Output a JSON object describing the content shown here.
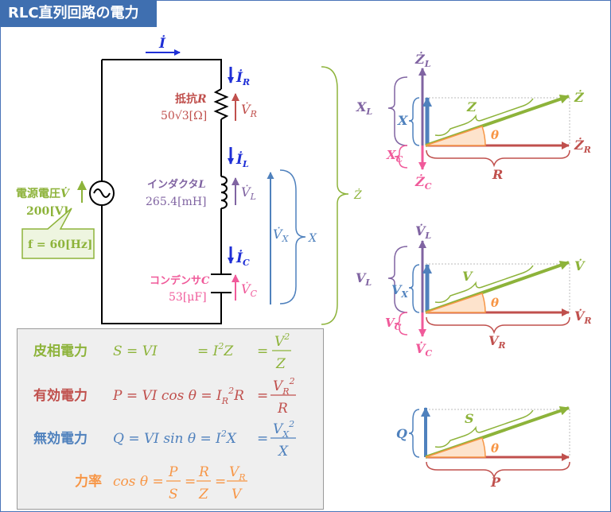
{
  "title": "RLC直列回路の電力",
  "colors": {
    "blue": "#1f2fd6",
    "red": "#c0504d",
    "purple": "#8064a2",
    "pink": "#f05a9a",
    "green": "#8db33a",
    "steel": "#4f81bd",
    "orange": "#f79646",
    "title_bg": "#3f6fb0"
  },
  "circuit": {
    "current": "İ",
    "source": {
      "name": "電源電圧",
      "symbol": "V̇",
      "value": "200[V]",
      "freq": "f = 60[Hz]"
    },
    "resistor": {
      "name": "抵抗",
      "symbol": "R",
      "value": "50√3[Ω]",
      "current": "İ",
      "current_sub": "R",
      "voltage": "V̇",
      "voltage_sub": "R"
    },
    "inductor": {
      "name": "インダクタ",
      "symbol": "L",
      "value": "265.4[mH]",
      "current": "İ",
      "current_sub": "L",
      "voltage": "V̇",
      "voltage_sub": "L"
    },
    "capacitor": {
      "name": "コンデンサ",
      "symbol": "C",
      "value": "53[μF]",
      "current": "İ",
      "current_sub": "C",
      "voltage": "V̇",
      "voltage_sub": "C"
    },
    "vx": {
      "symbol": "V̇",
      "sub": "X",
      "label": "X"
    },
    "z": "Ż"
  },
  "impedance_diagram": {
    "zl": "Ż",
    "zl_sub": "L",
    "xl": "X",
    "xl_sub": "L",
    "x": "X",
    "z_mag": "Z",
    "z": "Ż",
    "theta": "θ",
    "xc": "X",
    "xc_sub": "C",
    "zr": "Ż",
    "zr_sub": "R",
    "zc": "Ż",
    "zc_sub": "C",
    "r": "R"
  },
  "voltage_diagram": {
    "vl": "V̇",
    "vl_sub": "L",
    "vl_mag": "V",
    "vl_mag_sub": "L",
    "vx": "V",
    "vx_sub": "X",
    "v_mag": "V",
    "v": "V̇",
    "theta": "θ",
    "vc_mag": "V",
    "vc_mag_sub": "C",
    "vr": "V̇",
    "vr_sub": "R",
    "vc": "V̇",
    "vc_sub": "C",
    "vr_mag": "V",
    "vr_mag_sub": "R"
  },
  "power_diagram": {
    "q": "Q",
    "s": "S",
    "theta": "θ",
    "p": "P"
  },
  "formulas": {
    "apparent": {
      "label": "皮相電力",
      "lhs": "S = VI",
      "mid": "= I",
      "mid_sup": "2",
      "mid_end": "Z",
      "eq": "=",
      "num": "V",
      "num_sup": "2",
      "den": "Z"
    },
    "active": {
      "label": "有効電力",
      "lhs": "P = VI cos θ = I",
      "lhs_sub": "R",
      "lhs_sup": "2",
      "lhs_end": "R",
      "eq": "=",
      "num": "V",
      "num_sub": "R",
      "num_sup": "2",
      "den": "R"
    },
    "reactive": {
      "label": "無効電力",
      "lhs": "Q = VI sin θ = I",
      "lhs_sup": "2",
      "lhs_end": "X",
      "eq": "=",
      "num": "V",
      "num_sub": "X",
      "num_sup": "2",
      "den": "X"
    },
    "pf": {
      "label": "力率",
      "lhs": "cos θ =",
      "f1_num": "P",
      "f1_den": "S",
      "f2_num": "R",
      "f2_den": "Z",
      "f3_num": "V",
      "f3_num_sub": "R",
      "f3_den": "V",
      "eq": "="
    }
  }
}
